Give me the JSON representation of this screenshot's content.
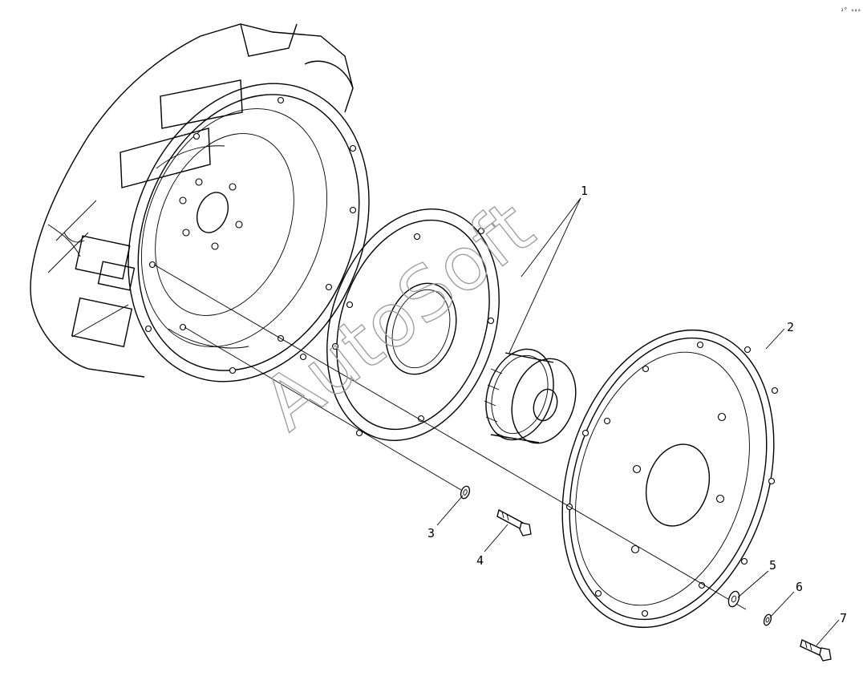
{
  "watermark": "AutoSoft",
  "corner_mark": "₂⁰ ₐₐₐ",
  "callouts": [
    {
      "id": "1",
      "label": "1"
    },
    {
      "id": "2",
      "label": "2"
    },
    {
      "id": "3",
      "label": "3"
    },
    {
      "id": "4",
      "label": "4"
    },
    {
      "id": "5",
      "label": "5"
    },
    {
      "id": "6",
      "label": "6"
    },
    {
      "id": "7",
      "label": "7"
    }
  ]
}
